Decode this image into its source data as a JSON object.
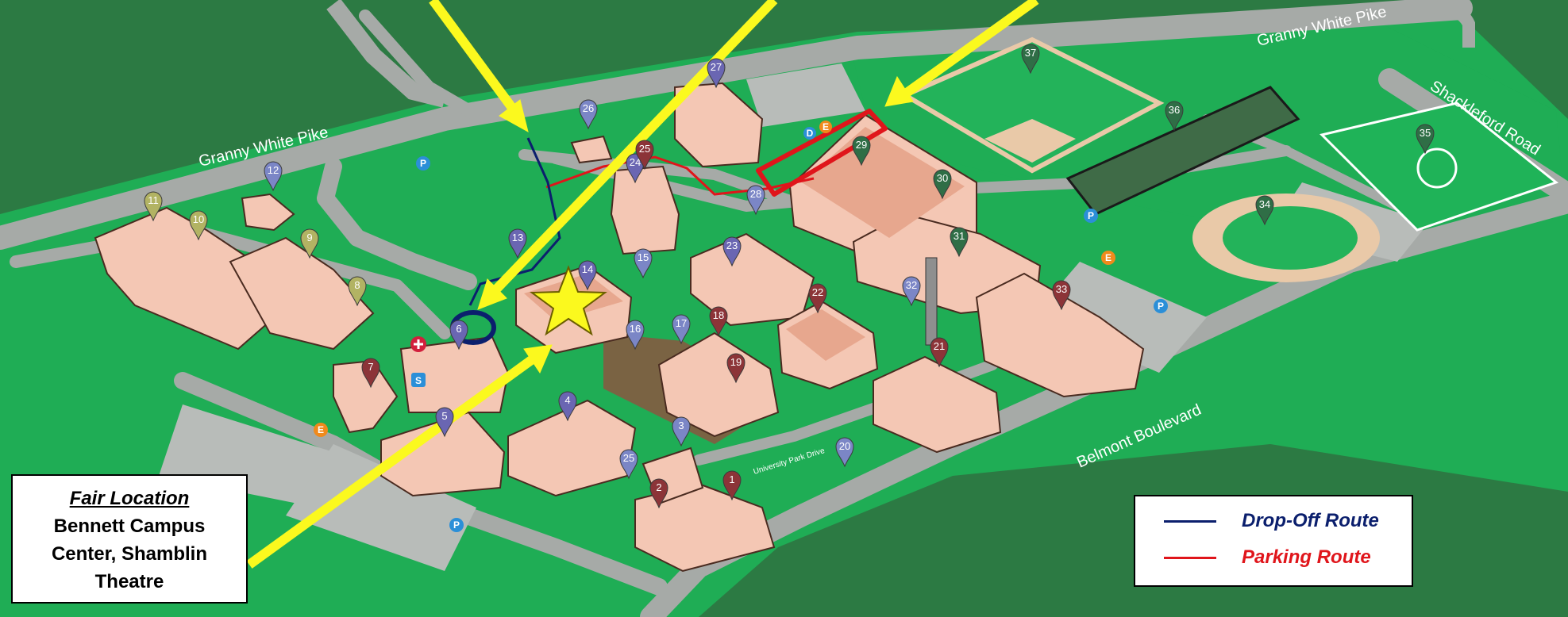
{
  "colors": {
    "grass": "#1fad55",
    "dark_green": "#2c7a43",
    "road": "#a6aaa7",
    "building": "#f4c7b4",
    "roof": "#e7a78e",
    "arrow_yellow": "#fbf91e",
    "drop_off_blue": "#0b1f6d",
    "parking_red": "#e0151b",
    "pin_purple": "#6a66b2",
    "pin_blue": "#7b86c6",
    "pin_maroon": "#8c3438",
    "pin_green": "#2f6e46",
    "pin_olive": "#b2b363"
  },
  "street_labels": [
    {
      "name": "street-granny-white-pike-west",
      "text": "Granny White Pike"
    },
    {
      "name": "street-granny-white-pike-east",
      "text": "Granny White Pike"
    },
    {
      "name": "street-shackleford-road",
      "text": "Shackleford Road"
    },
    {
      "name": "street-belmont-boulevard",
      "text": "Belmont Boulevard"
    },
    {
      "name": "street-university-park-drive",
      "text": "University Park Drive"
    }
  ],
  "markers": [
    {
      "number": "1",
      "color": "maroon"
    },
    {
      "number": "2",
      "color": "maroon"
    },
    {
      "number": "3",
      "color": "blue"
    },
    {
      "number": "4",
      "color": "purple"
    },
    {
      "number": "5",
      "color": "purple"
    },
    {
      "number": "6",
      "color": "purple"
    },
    {
      "number": "7",
      "color": "maroon"
    },
    {
      "number": "8",
      "color": "olive"
    },
    {
      "number": "9",
      "color": "olive"
    },
    {
      "number": "10",
      "color": "olive"
    },
    {
      "number": "11",
      "color": "olive"
    },
    {
      "number": "12",
      "color": "blue"
    },
    {
      "number": "13",
      "color": "purple"
    },
    {
      "number": "14",
      "color": "purple"
    },
    {
      "number": "15",
      "color": "blue"
    },
    {
      "number": "16",
      "color": "blue"
    },
    {
      "number": "17",
      "color": "blue"
    },
    {
      "number": "18",
      "color": "maroon"
    },
    {
      "number": "19",
      "color": "maroon"
    },
    {
      "number": "20",
      "color": "blue"
    },
    {
      "number": "21",
      "color": "maroon"
    },
    {
      "number": "22",
      "color": "maroon"
    },
    {
      "number": "23",
      "color": "purple"
    },
    {
      "number": "24",
      "color": "purple"
    },
    {
      "number": "25",
      "color": "maroon"
    },
    {
      "number": "25",
      "color": "blue"
    },
    {
      "number": "26",
      "color": "blue"
    },
    {
      "number": "27",
      "color": "purple"
    },
    {
      "number": "28",
      "color": "blue"
    },
    {
      "number": "29",
      "color": "green"
    },
    {
      "number": "30",
      "color": "green"
    },
    {
      "number": "31",
      "color": "green"
    },
    {
      "number": "32",
      "color": "blue"
    },
    {
      "number": "33",
      "color": "maroon"
    },
    {
      "number": "34",
      "color": "green"
    },
    {
      "number": "35",
      "color": "green"
    },
    {
      "number": "36",
      "color": "green"
    },
    {
      "number": "37",
      "color": "green"
    }
  ],
  "map_icons": {
    "parking_letter": "P",
    "entrance_letter": "E",
    "security_letter": "S",
    "dining_letter": "D"
  },
  "fair_location": {
    "title": "Fair Location",
    "text": "Bennett Campus Center, Shamblin Theatre"
  },
  "legend": {
    "items": [
      {
        "label": "Drop-Off Route",
        "color": "#0b1f6d"
      },
      {
        "label": "Parking Route",
        "color": "#e0151b"
      }
    ]
  }
}
